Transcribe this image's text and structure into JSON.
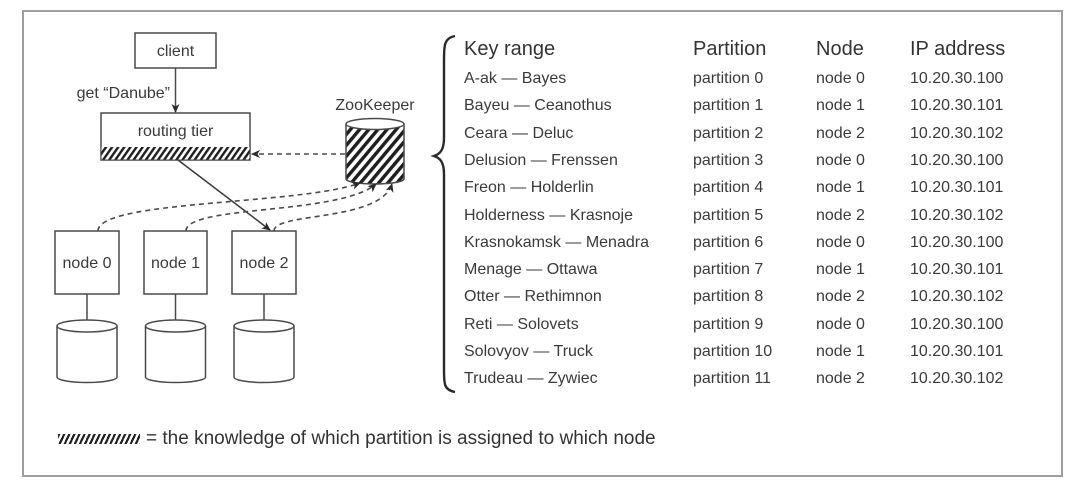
{
  "diagram": {
    "client_label": "client",
    "request_label": "get “Danube”",
    "routing_tier_label": "routing tier",
    "zookeeper_label": "ZooKeeper",
    "nodes": [
      {
        "label": "node 0"
      },
      {
        "label": "node 1"
      },
      {
        "label": "node 2"
      }
    ],
    "colors": {
      "stroke": "#4a4a4a",
      "hatch": "#1e1e1e",
      "frame": "#9e9e9e"
    }
  },
  "table": {
    "headers": [
      "Key range",
      "Partition",
      "Node",
      "IP address"
    ],
    "rows": [
      {
        "key_range": "A-ak — Bayes",
        "partition": "partition 0",
        "node": "node 0",
        "ip": "10.20.30.100"
      },
      {
        "key_range": "Bayeu — Ceanothus",
        "partition": "partition 1",
        "node": "node 1",
        "ip": "10.20.30.101"
      },
      {
        "key_range": "Ceara — Deluc",
        "partition": "partition 2",
        "node": "node 2",
        "ip": "10.20.30.102"
      },
      {
        "key_range": "Delusion — Frenssen",
        "partition": "partition 3",
        "node": "node 0",
        "ip": "10.20.30.100"
      },
      {
        "key_range": "Freon — Holderlin",
        "partition": "partition 4",
        "node": "node 1",
        "ip": "10.20.30.101"
      },
      {
        "key_range": "Holderness — Krasnoje",
        "partition": "partition 5",
        "node": "node 2",
        "ip": "10.20.30.102"
      },
      {
        "key_range": "Krasnokamsk — Menadra",
        "partition": "partition 6",
        "node": "node 0",
        "ip": "10.20.30.100"
      },
      {
        "key_range": "Menage — Ottawa",
        "partition": "partition 7",
        "node": "node 1",
        "ip": "10.20.30.101"
      },
      {
        "key_range": "Otter — Rethimnon",
        "partition": "partition 8",
        "node": "node 2",
        "ip": "10.20.30.102"
      },
      {
        "key_range": "Reti — Solovets",
        "partition": "partition 9",
        "node": "node 0",
        "ip": "10.20.30.100"
      },
      {
        "key_range": "Solovyov — Truck",
        "partition": "partition 10",
        "node": "node 1",
        "ip": "10.20.30.101"
      },
      {
        "key_range": "Trudeau — Zywiec",
        "partition": "partition 11",
        "node": "node 2",
        "ip": "10.20.30.102"
      }
    ]
  },
  "legend": {
    "text": "= the knowledge of which partition is assigned to which node"
  }
}
